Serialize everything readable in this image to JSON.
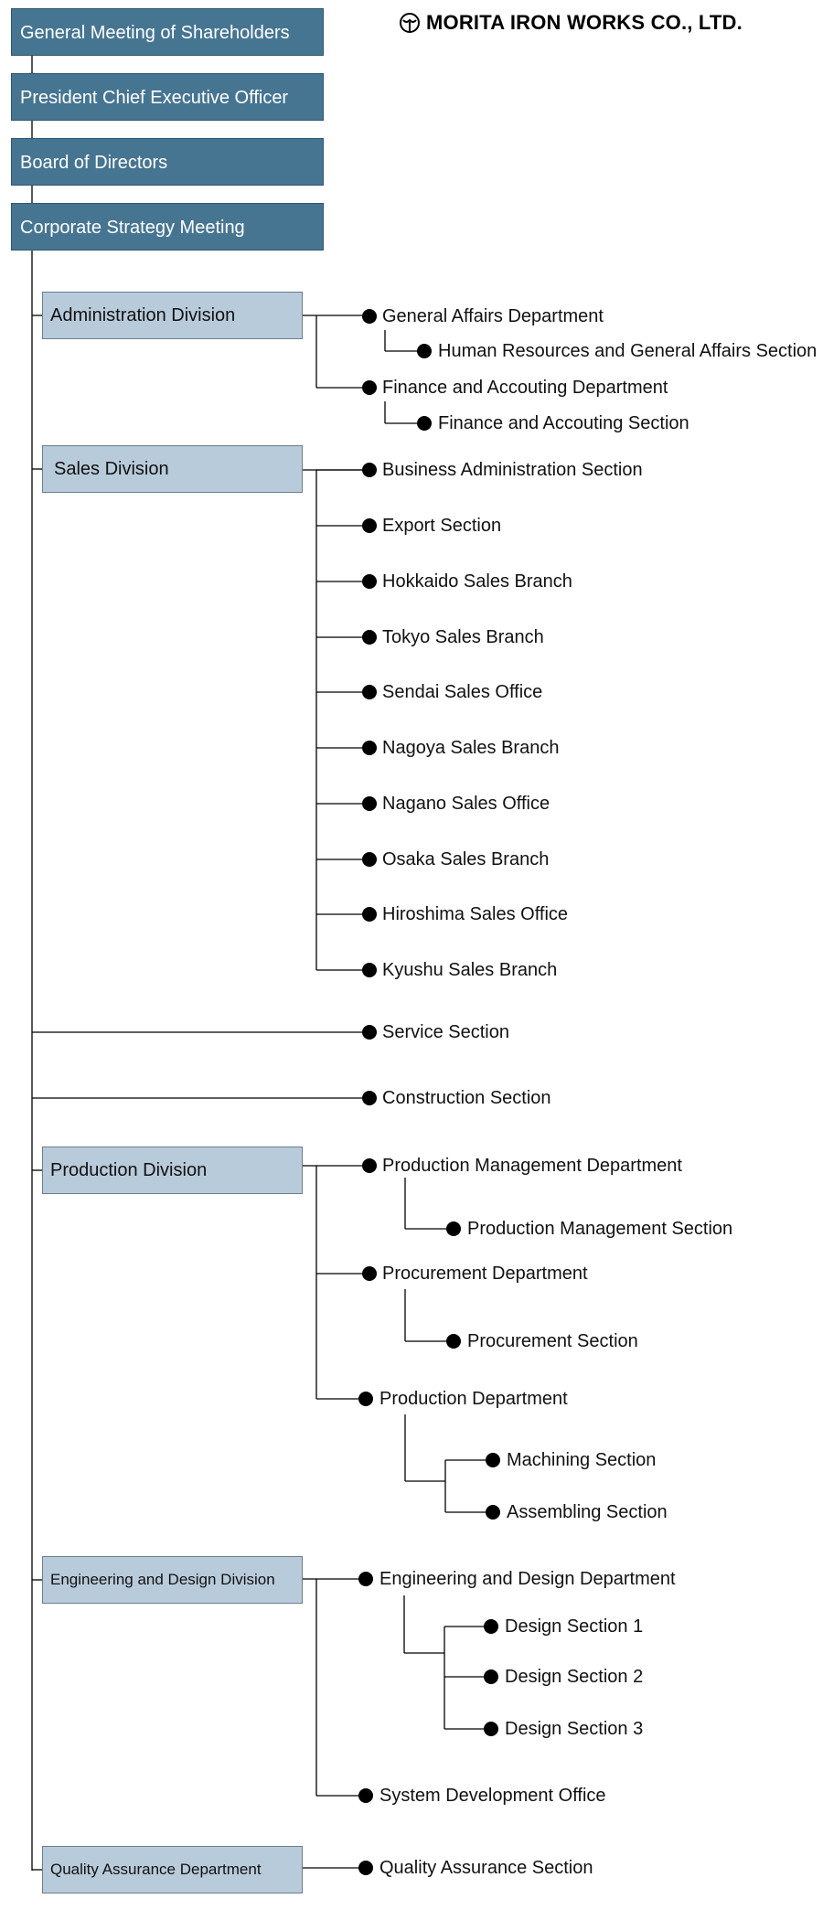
{
  "company": {
    "name": "MORITA IRON WORKS CO., LTD.",
    "logo_icon": "morita-logo-icon"
  },
  "colors": {
    "top_box": "#467592",
    "division_box": "#b8cbdb",
    "line": "#000000"
  },
  "top_chain": [
    "General Meeting of Shareholders",
    "President Chief Executive Officer",
    "Board of Directors",
    "Corporate Strategy Meeting"
  ],
  "divisions": [
    {
      "name": "Administration Division",
      "children": [
        {
          "name": "General Affairs Department",
          "children": [
            {
              "name": "Human Resources and General Affairs Section"
            }
          ]
        },
        {
          "name": "Finance and Accouting Department",
          "children": [
            {
              "name": "Finance and Accouting Section"
            }
          ]
        }
      ]
    },
    {
      "name": "Sales Division",
      "children": [
        {
          "name": "Business Administration Section"
        },
        {
          "name": "Export Section"
        },
        {
          "name": "Hokkaido Sales Branch"
        },
        {
          "name": "Tokyo Sales Branch"
        },
        {
          "name": "Sendai Sales Office"
        },
        {
          "name": "Nagoya Sales Branch"
        },
        {
          "name": "Nagano Sales Office"
        },
        {
          "name": "Osaka Sales Branch"
        },
        {
          "name": "Hiroshima Sales Office"
        },
        {
          "name": "Kyushu Sales Branch"
        }
      ]
    },
    {
      "name": "Service Section",
      "type": "section"
    },
    {
      "name": "Construction Section",
      "type": "section"
    },
    {
      "name": "Production Division",
      "children": [
        {
          "name": "Production Management Department",
          "children": [
            {
              "name": "Production Management Section"
            }
          ]
        },
        {
          "name": "Procurement Department",
          "children": [
            {
              "name": "Procurement Section"
            }
          ]
        },
        {
          "name": "Production Department",
          "children": [
            {
              "name": "Machining Section"
            },
            {
              "name": "Assembling Section"
            }
          ]
        }
      ]
    },
    {
      "name": "Engineering and Design Division",
      "children": [
        {
          "name": "Engineering and Design Department",
          "children": [
            {
              "name": "Design Section 1"
            },
            {
              "name": "Design Section 2"
            },
            {
              "name": "Design Section 3"
            }
          ]
        },
        {
          "name": "System Development Office"
        }
      ]
    },
    {
      "name": "Quality Assurance Department",
      "children": [
        {
          "name": "Quality Assurance Section"
        }
      ]
    }
  ]
}
